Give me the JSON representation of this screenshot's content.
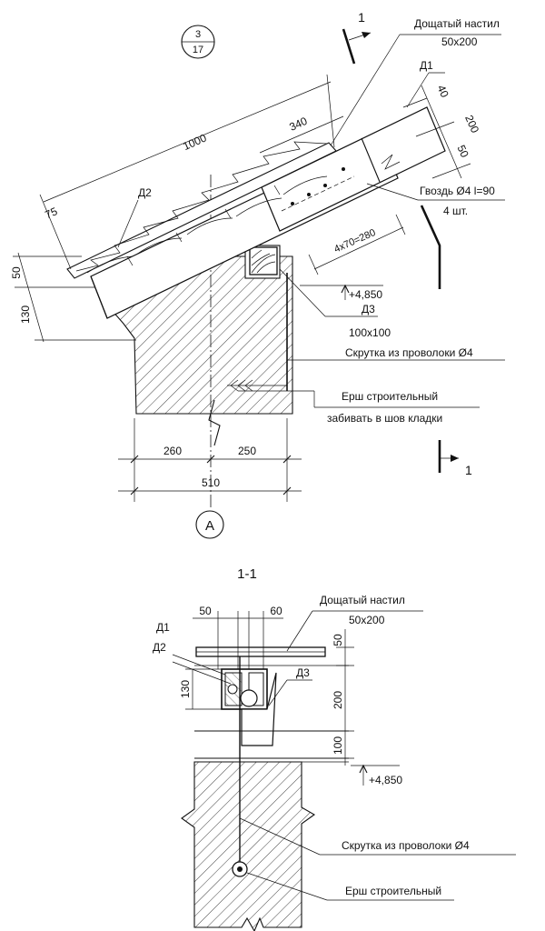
{
  "top_view": {
    "sheet_ref_top": "3",
    "sheet_ref_bottom": "17",
    "section_mark": "1",
    "axis_label": "А",
    "callouts": {
      "decking_title": "Дощатый настил",
      "decking_size": "50х200",
      "d1": "Д1",
      "d2": "Д2",
      "d3": "Д3",
      "d3_size": "100х100",
      "nail": "Гвоздь Ø4 l=90",
      "nail_qty": "4 шт.",
      "elevation": "+4,850",
      "wire_twist": "Скрутка из проволоки Ø4",
      "ruff_title": "Ерш строительный",
      "ruff_note": "забивать в шов кладки"
    },
    "dimensions": {
      "d1000": "1000",
      "d340": "340",
      "d75": "75",
      "d40": "40",
      "d200": "200",
      "d50_right": "50",
      "d50_left": "50",
      "d130": "130",
      "d4x70": "4х70=280",
      "d260": "260",
      "d250": "250",
      "d510": "510"
    }
  },
  "section_view": {
    "title": "1-1",
    "callouts": {
      "decking_title": "Дощатый настил",
      "decking_size": "50х200",
      "d1": "Д1",
      "d2": "Д2",
      "d3": "Д3",
      "elevation": "+4,850",
      "wire_twist": "Скрутка из проволоки Ø4",
      "ruff": "Ерш строительный"
    },
    "dimensions": {
      "d50_top": "50",
      "d60_top": "60",
      "d50_right": "50",
      "d200_right": "200",
      "d100_right": "100",
      "d130_left": "130"
    }
  }
}
